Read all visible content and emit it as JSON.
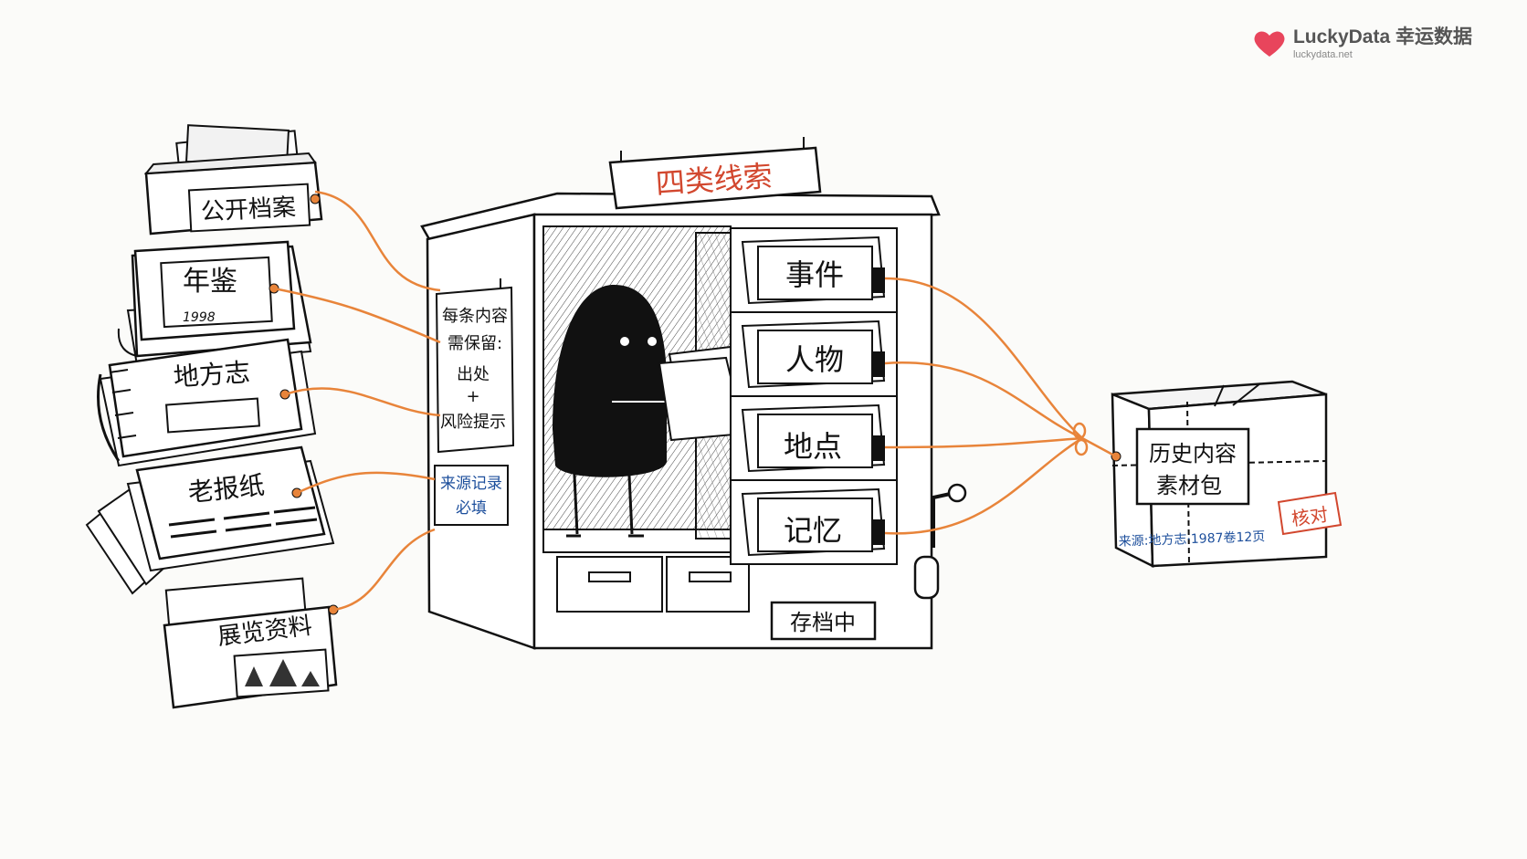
{
  "brand": {
    "name": "LuckyData 幸运数据",
    "url": "luckydata.net",
    "heart_color": "#e8455c"
  },
  "sources": {
    "archive": "公开档案",
    "yearbook": "年鉴",
    "yearbook_year": "1998",
    "gazetteer": "地方志",
    "newspaper": "老报纸",
    "exhibition": "展览资料"
  },
  "cabinet": {
    "sign": "四类线索",
    "note_line1": "每条内容",
    "note_line2": "需保留:",
    "note_line3": "出处",
    "note_line4": "+",
    "note_line5": "风险提示",
    "tag_line1": "来源记录",
    "tag_line2": "必填",
    "drawers": [
      "事件",
      "人物",
      "地点",
      "记忆"
    ],
    "status": "存档中"
  },
  "package": {
    "label_line1": "历史内容",
    "label_line2": "素材包",
    "source_note": "来源:地方志·1987卷12页",
    "stamp": "核对"
  },
  "colors": {
    "string": "#e8843a",
    "ink": "#111111",
    "sign_red": "#d2472e",
    "note_blue": "#1d4f9c"
  }
}
